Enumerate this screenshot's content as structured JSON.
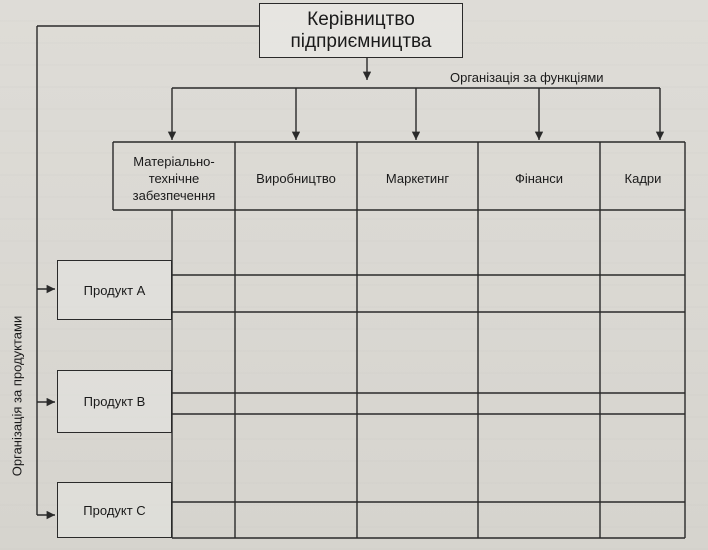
{
  "top_box": {
    "line1": "Керівництво",
    "line2": "підприємництва"
  },
  "functions_label": "Організація за функціями",
  "products_label": "Організація за продуктами",
  "functions": [
    {
      "line1": "Матеріально-",
      "line2": "технічне",
      "line3": "забезпечення"
    },
    {
      "line1": "Виробництво"
    },
    {
      "line1": "Маркетинг"
    },
    {
      "line1": "Фінанси"
    },
    {
      "line1": "Кадри"
    }
  ],
  "products": [
    {
      "label": "Продукт A"
    },
    {
      "label": "Продукт B"
    },
    {
      "label": "Продукт C"
    }
  ]
}
